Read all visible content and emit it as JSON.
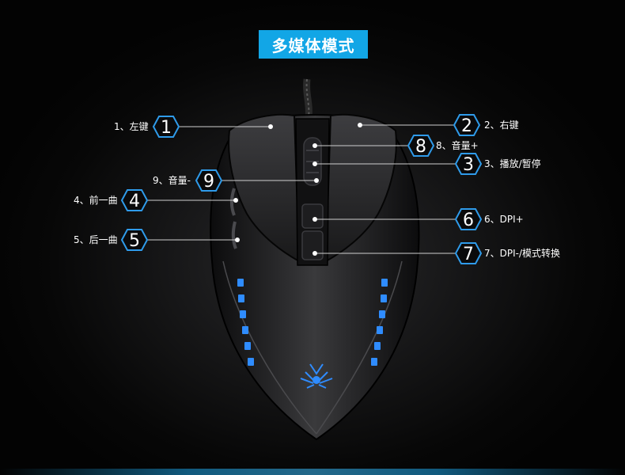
{
  "title": "多媒体模式",
  "callouts": [
    {
      "num": "1",
      "label": "1、左键"
    },
    {
      "num": "2",
      "label": "2、右键"
    },
    {
      "num": "8",
      "label": "8、音量+"
    },
    {
      "num": "3",
      "label": "3、播放/暂停"
    },
    {
      "num": "9",
      "label": "9、音量-"
    },
    {
      "num": "4",
      "label": "4、前一曲"
    },
    {
      "num": "6",
      "label": "6、DPI+"
    },
    {
      "num": "5",
      "label": "5、后一曲"
    },
    {
      "num": "7",
      "label": "7、DPI-/模式转换"
    }
  ],
  "colors": {
    "accent": "#12a6e6",
    "led": "#2f8cff",
    "background": "#050505"
  }
}
